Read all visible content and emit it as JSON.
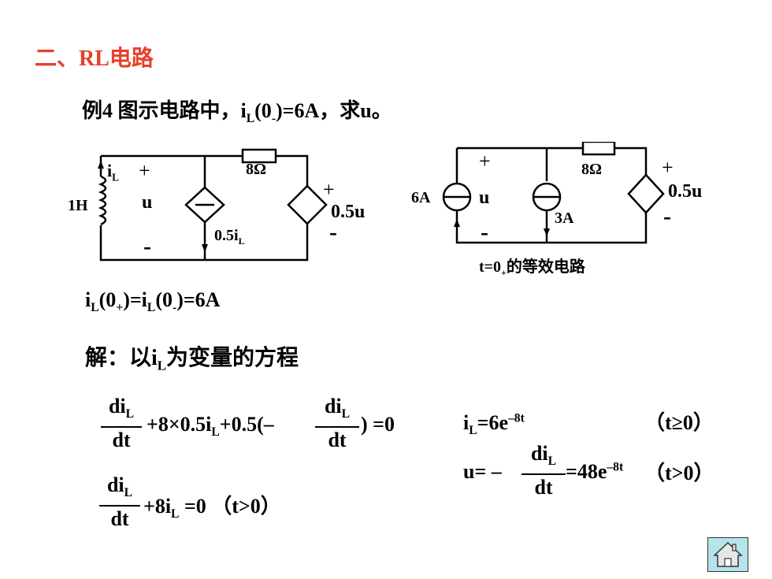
{
  "title": "二、RL电路",
  "example": {
    "prefix": "例4  图示电路中，i",
    "sub": "L",
    "mid": "(0",
    "sub2": "-",
    "suffix": ")=6A，求u。"
  },
  "circuit1": {
    "iL": "i",
    "iL_sub": "L",
    "plus": "+",
    "minus": "-",
    "inductor": "1H",
    "u": "u",
    "resistor": "8Ω",
    "source": "0.5i",
    "source_sub": "L",
    "vsource": "0.5u"
  },
  "circuit2": {
    "plus": "+",
    "minus": "-",
    "current1": "6A",
    "u": "u",
    "current2": "3A",
    "resistor": "8Ω",
    "vsource": "0.5u",
    "caption_a": "t=0",
    "caption_sub": "+",
    "caption_b": "的等效电路"
  },
  "initial": {
    "a": "i",
    "a_sub": "L",
    "b": "(0",
    "b_sub": "+",
    "c": ")=i",
    "c_sub": "L",
    "d": "(0",
    "d_sub": "-",
    "e": ")=6A"
  },
  "solution": {
    "a": "解：以i",
    "sub": "L",
    "b": "为变量的方程"
  },
  "equations": {
    "frac_num": "di",
    "frac_num_sub": "L",
    "frac_den": "dt",
    "eq1_mid_a": "+8×0.5i",
    "eq1_mid_sub": "L",
    "eq1_mid_b": "+0.5(–",
    "eq1_end": ") =0",
    "eq2_a": "+8i",
    "eq2_sub": "L",
    "eq2_b": " =0  （t>0）",
    "res1_a": "i",
    "res1_sub": "L",
    "res1_b": "=6e",
    "res1_sup": "–8t",
    "res1_cond": "（t≥0）",
    "res2_a": "u= –",
    "res2_b": "=48e",
    "res2_sup": "–8t",
    "res2_cond": "（t>0）"
  },
  "home_icon": "home-icon"
}
